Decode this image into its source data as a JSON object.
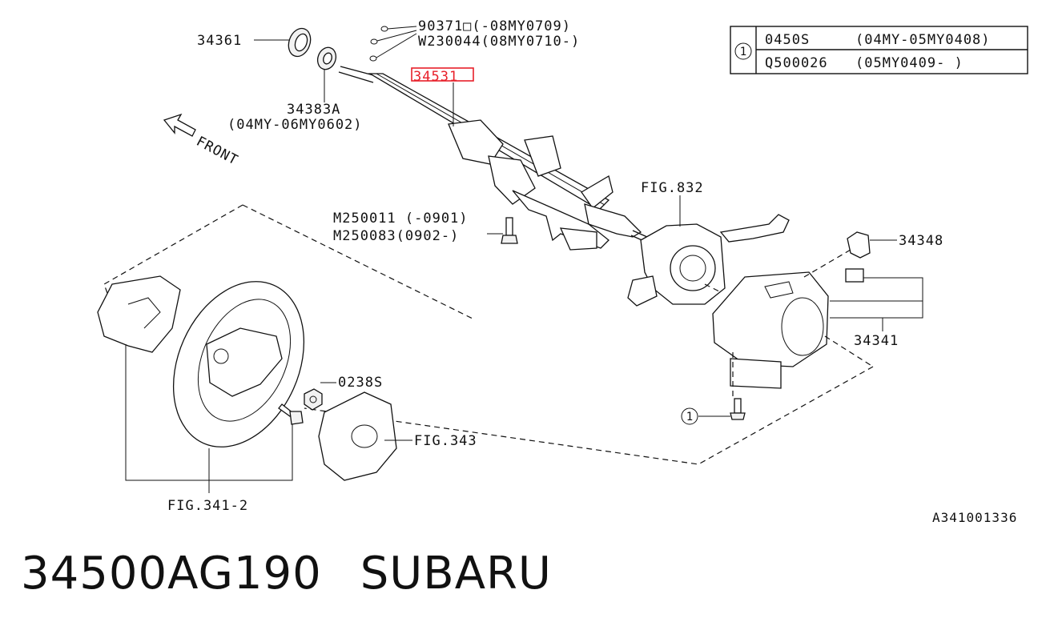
{
  "labels": {
    "p34361": "34361",
    "p90371": "90371□(-08MY0709)",
    "w230044": "W230044(08MY0710-)",
    "p34531": "34531",
    "p34383a": "34383A",
    "p34383a_range": "(04MY-06MY0602)",
    "front": "FRONT",
    "fig832": "FIG.832",
    "m250011": "M250011 (-0901)",
    "m250083": "M250083(0902-)",
    "p34348": "34348",
    "p34341": "34341",
    "p0238s": "0238S",
    "fig343": "FIG.343",
    "fig341_2": "FIG.341-2",
    "callout_1": "1",
    "code": "A341001336"
  },
  "legend_table": {
    "marker": "1",
    "rows": [
      {
        "part": "0450S",
        "range": "(04MY-05MY0408)"
      },
      {
        "part": "Q500026",
        "range": "(05MY0409-      )"
      }
    ]
  },
  "footer": {
    "part_number": "34500AG190",
    "brand": "SUBARU"
  },
  "highlight_color": "#e8202a"
}
